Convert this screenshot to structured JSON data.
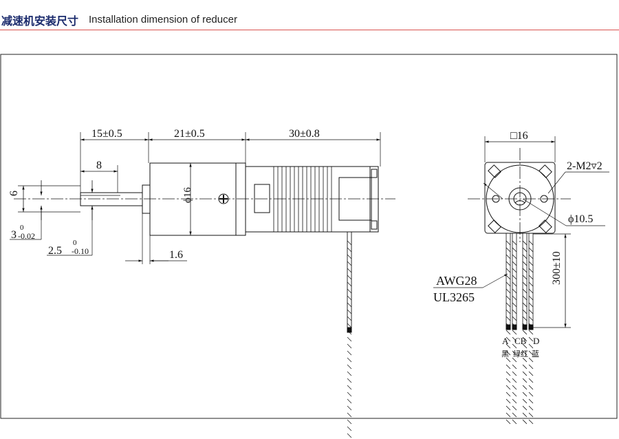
{
  "header": {
    "title_cn": "减速机安装尺寸",
    "title_en": "Installation dimension of reducer"
  },
  "side_view": {
    "dim_shaft": "15±0.5",
    "dim_gearbox": "21±0.5",
    "dim_motor": "30±0.8",
    "dim_flat": "8",
    "dim_shaft_dia": "6",
    "dim_flat_depth_main": "3",
    "dim_flat_depth_upper": "0",
    "dim_flat_depth_lower": "-0.02",
    "dim_flat_tol_main": "2.5",
    "dim_flat_tol_upper": "0",
    "dim_flat_tol_lower": "-0.10",
    "dim_boss": "1.6",
    "dim_body_dia": "ϕ16"
  },
  "end_view": {
    "dim_square": "□16",
    "dim_holes": "2-M2▿2",
    "dim_pcd": "ϕ10.5",
    "dim_lead_length": "300±10",
    "wire_spec_1": "AWG28",
    "wire_spec_2": "UL3265",
    "pin_a": "A",
    "pin_cb": "CB",
    "pin_d": "D",
    "color_a": "黑",
    "color_cb": "绿红",
    "color_d": "蓝"
  },
  "colors": {
    "title_cn": "#1a2a6c",
    "accent_rule": "#d9534f"
  }
}
